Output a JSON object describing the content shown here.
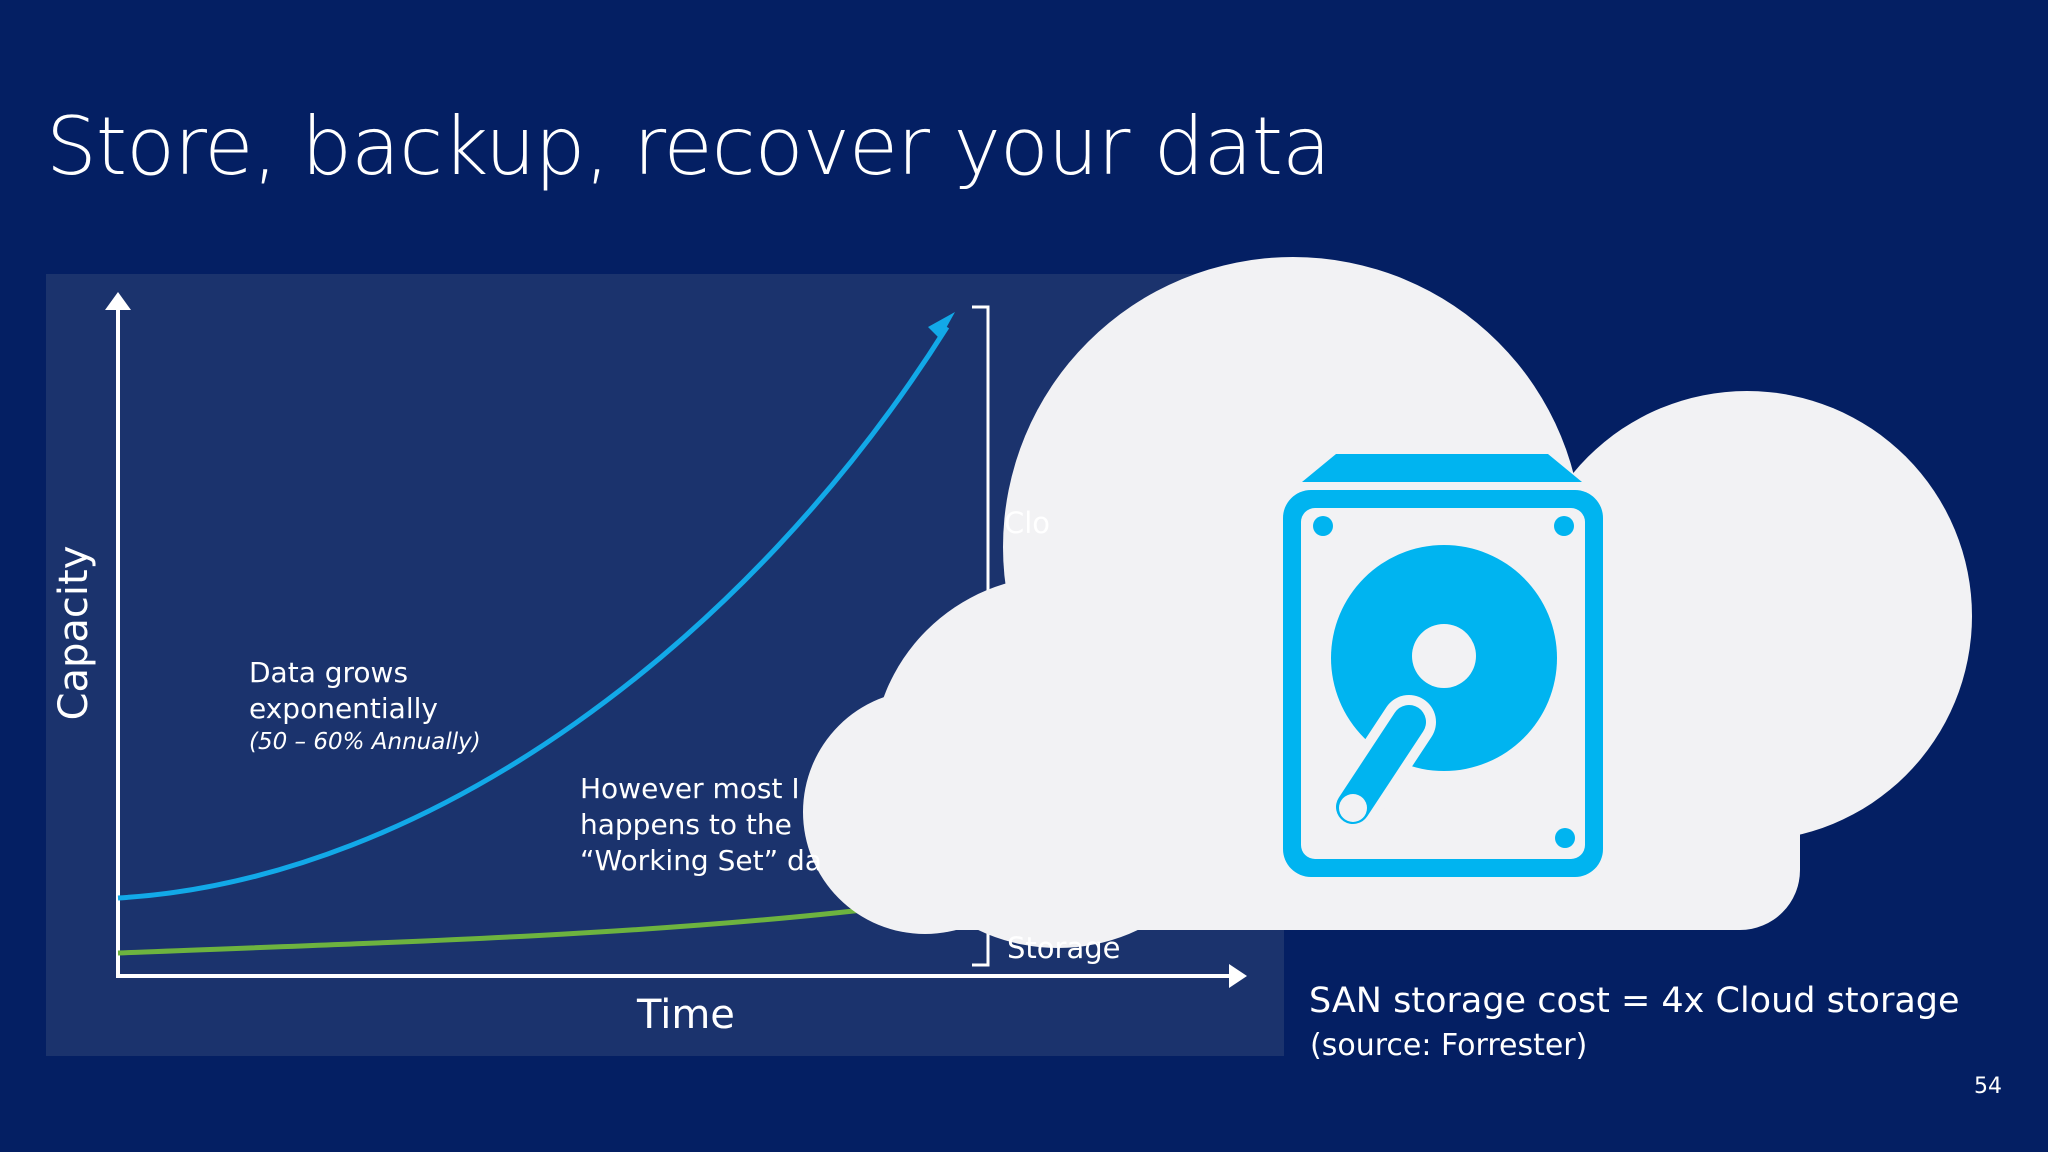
{
  "slide": {
    "title": "Store, backup, recover your data",
    "page_number": "54"
  },
  "diagram": {
    "x_axis_label": "Time",
    "y_axis_label": "Capacity",
    "data_growth": {
      "line1": "Data grows",
      "line2": "exponentially",
      "note": "(50 – 60% Annually)"
    },
    "working_set": {
      "line1": "However most I",
      "line2": "happens to the",
      "line3": "“Working Set” da"
    },
    "bracket_top_label": "Clo",
    "bracket_bottom_label": "Storage",
    "colors": {
      "background": "#041f63",
      "panel": "#1b336d",
      "growth_curve": "#12a9e8",
      "working_set_curve": "#6db33f",
      "cloud": "#f2f2f4",
      "drive_icon": "#00b4f0"
    }
  },
  "cost": {
    "statement": "SAN storage cost = 4x Cloud storage",
    "source": "(source: Forrester)"
  },
  "icons": {
    "cloud": "cloud-icon",
    "drive": "hard-drive-icon"
  }
}
